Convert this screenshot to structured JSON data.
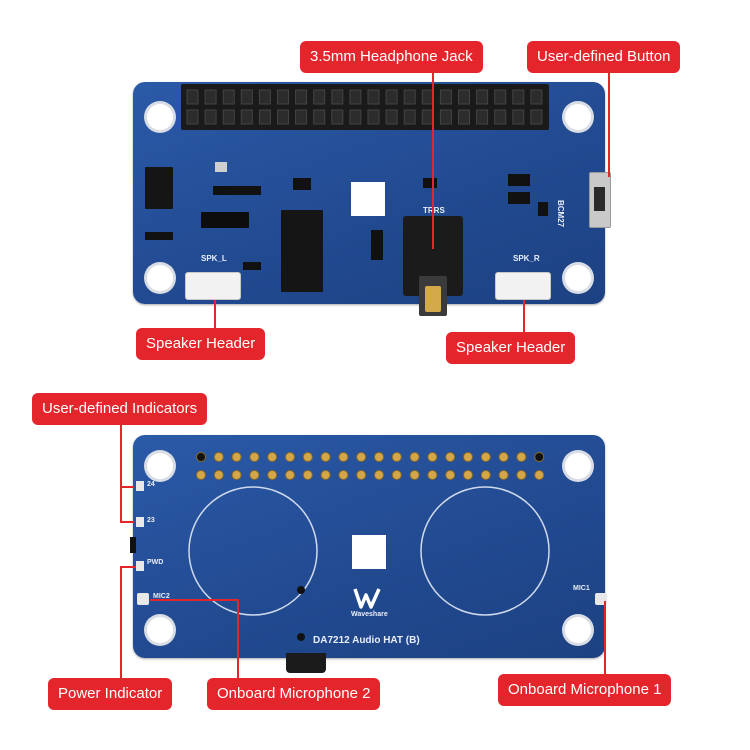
{
  "callouts": {
    "headphone_jack": "3.5mm Headphone Jack",
    "user_button": "User-defined Button",
    "speaker_header_left": "Speaker Header",
    "speaker_header_right": "Speaker Header",
    "user_indicators": "User-defined Indicators",
    "power_indicator": "Power Indicator",
    "mic2": "Onboard Microphone 2",
    "mic1": "Onboard Microphone 1"
  },
  "top_board_silk": {
    "trrs": "TRRS",
    "spk_l": "SPK_L",
    "spk_r": "SPK_R",
    "bcm27": "BCM27"
  },
  "bottom_board_silk": {
    "brand": "Waveshare",
    "product": "DA7212 Audio HAT (B)",
    "led_24": "24",
    "led_23": "23",
    "pwd": "PWD",
    "mic2": "MIC2",
    "mic1": "MIC1"
  },
  "colors": {
    "board": "#21498f",
    "label": "#e4262c",
    "silk": "#e9eef8"
  }
}
